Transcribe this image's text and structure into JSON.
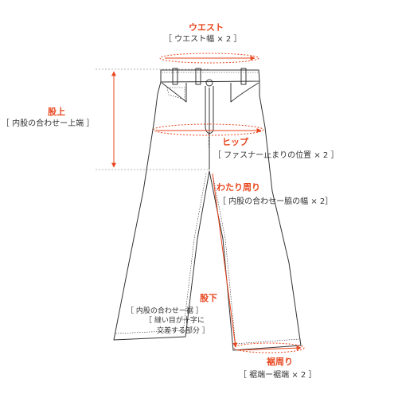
{
  "colors": {
    "accent": "#e8461e",
    "outline": "#333333",
    "guide": "#9a9a9a"
  },
  "labels": {
    "waist": {
      "title": "ウエスト",
      "desc": "［ ウエスト幅 × 2 ］"
    },
    "rise": {
      "title": "股上",
      "desc": "［ 内股の合わせー上端 ］"
    },
    "hip": {
      "title": "ヒップ",
      "desc": "［ ファスナー止まりの位置 × 2 ］"
    },
    "thigh": {
      "title": "わたり周り",
      "desc": "［ 内股の合わせー脇の幅 × 2］"
    },
    "inseam": {
      "title": "股下",
      "desc1": "［ 内股の合わせー裾 ］",
      "desc2": "［ 縫い目が十字に",
      "desc3": "交差する部分 ］"
    },
    "hem": {
      "title": "裾周り",
      "desc": "［ 裾端ー裾端 × 2 ］"
    }
  }
}
